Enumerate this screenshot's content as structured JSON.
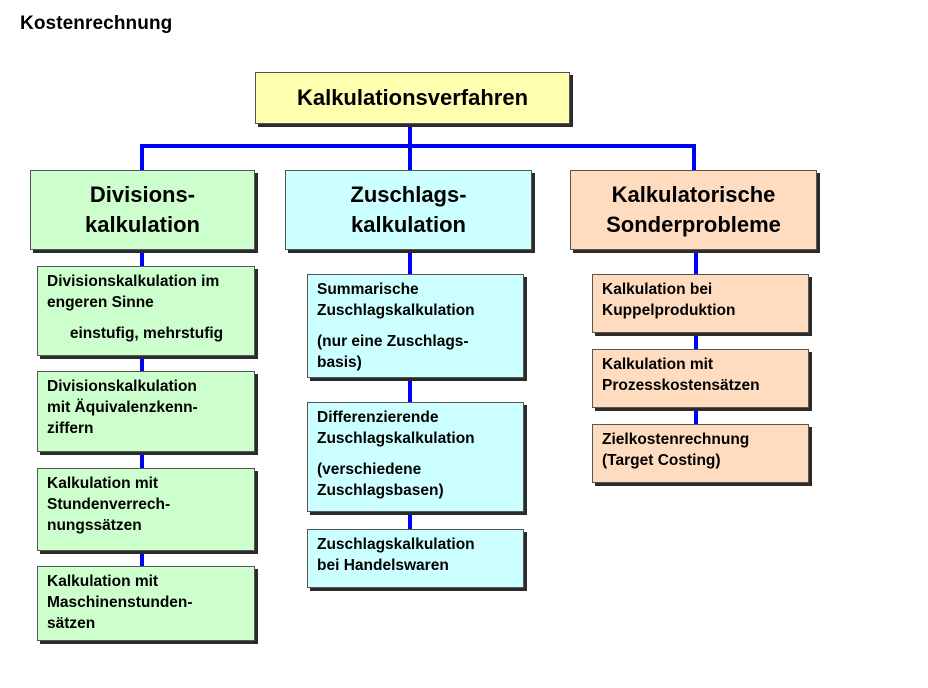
{
  "page_title": "Kostenrechnung",
  "root": {
    "label": "Kalkulationsverfahren"
  },
  "categories": [
    {
      "line1": "Divisions-",
      "line2": "kalkulation",
      "color": "#ccffcc",
      "items": [
        {
          "line1": "Divisionskalkulation im",
          "line2": "engeren Sinne",
          "sub": "einstufig, mehrstufig"
        },
        {
          "line1": "Divisionskalkulation",
          "line2": "mit Äquivalenzkenn-",
          "line3": "ziffern"
        },
        {
          "line1": "Kalkulation mit",
          "line2": "Stundenverrech-",
          "line3": "nungssätzen"
        },
        {
          "line1": "Kalkulation mit",
          "line2": "Maschinenstunden-",
          "line3": "sätzen"
        }
      ]
    },
    {
      "line1": "Zuschlags-",
      "line2": "kalkulation",
      "color": "#ccffff",
      "items": [
        {
          "line1": "Summarische",
          "line2": "Zuschlagskalkulation",
          "sub1": "(nur eine Zuschlags-",
          "sub2": "basis)"
        },
        {
          "line1": "Differenzierende",
          "line2": "Zuschlagskalkulation",
          "sub1": "(verschiedene",
          "sub2": "Zuschlagsbasen)"
        },
        {
          "line1": "Zuschlagskalkulation",
          "line2": "bei Handelswaren"
        }
      ]
    },
    {
      "line1": "Kalkulatorische",
      "line2": "Sonderprobleme",
      "color": "#ffdcc0",
      "items": [
        {
          "line1": "Kalkulation bei",
          "line2": "Kuppelproduktion"
        },
        {
          "line1": "Kalkulation mit",
          "line2": "Prozesskostensätzen"
        },
        {
          "line1": "Zielkostenrechnung",
          "line2": "(Target Costing)"
        }
      ]
    }
  ],
  "connector_color": "#0000ff"
}
